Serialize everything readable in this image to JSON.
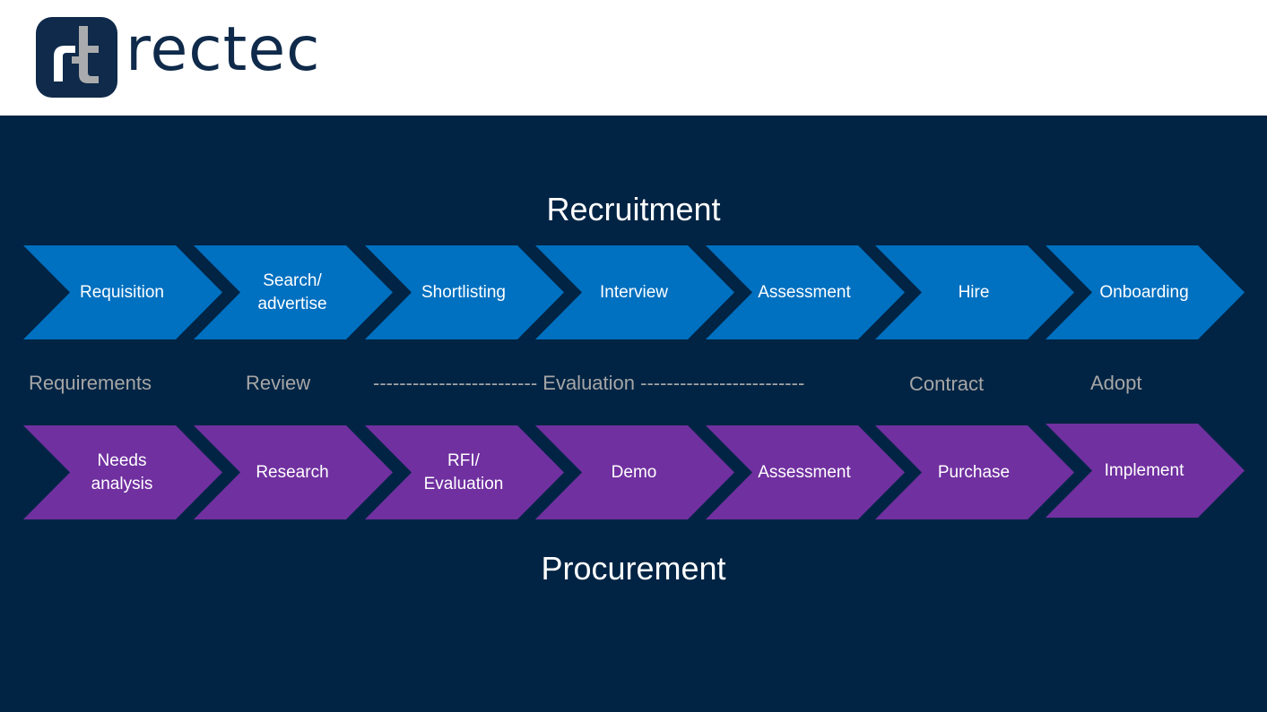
{
  "brand": {
    "name": "rectec",
    "colors": {
      "mark_bg": "#0f2a4a",
      "mark_accent": "#a9abad",
      "mark_white": "#ffffff"
    }
  },
  "diagram": {
    "top_title": "Recruitment",
    "bottom_title": "Procurement",
    "colors": {
      "background": "#012444",
      "recruitment": "#0070c0",
      "procurement": "#7030a0",
      "phase_text": "#a6a6a6"
    },
    "recruitment_steps": [
      "Requisition",
      "Search/\nadvertise",
      "Shortlisting",
      "Interview",
      "Assessment",
      "Hire",
      "Onboarding"
    ],
    "procurement_steps": [
      "Needs\nanalysis",
      "Research",
      "RFI/\nEvaluation",
      "Demo",
      "Assessment",
      "Purchase",
      "Implement"
    ],
    "phases": {
      "requirements": "Requirements",
      "review": "Review",
      "evaluation": "------------------------- Evaluation -------------------------",
      "contract": "Contract",
      "adopt": "Adopt"
    }
  }
}
